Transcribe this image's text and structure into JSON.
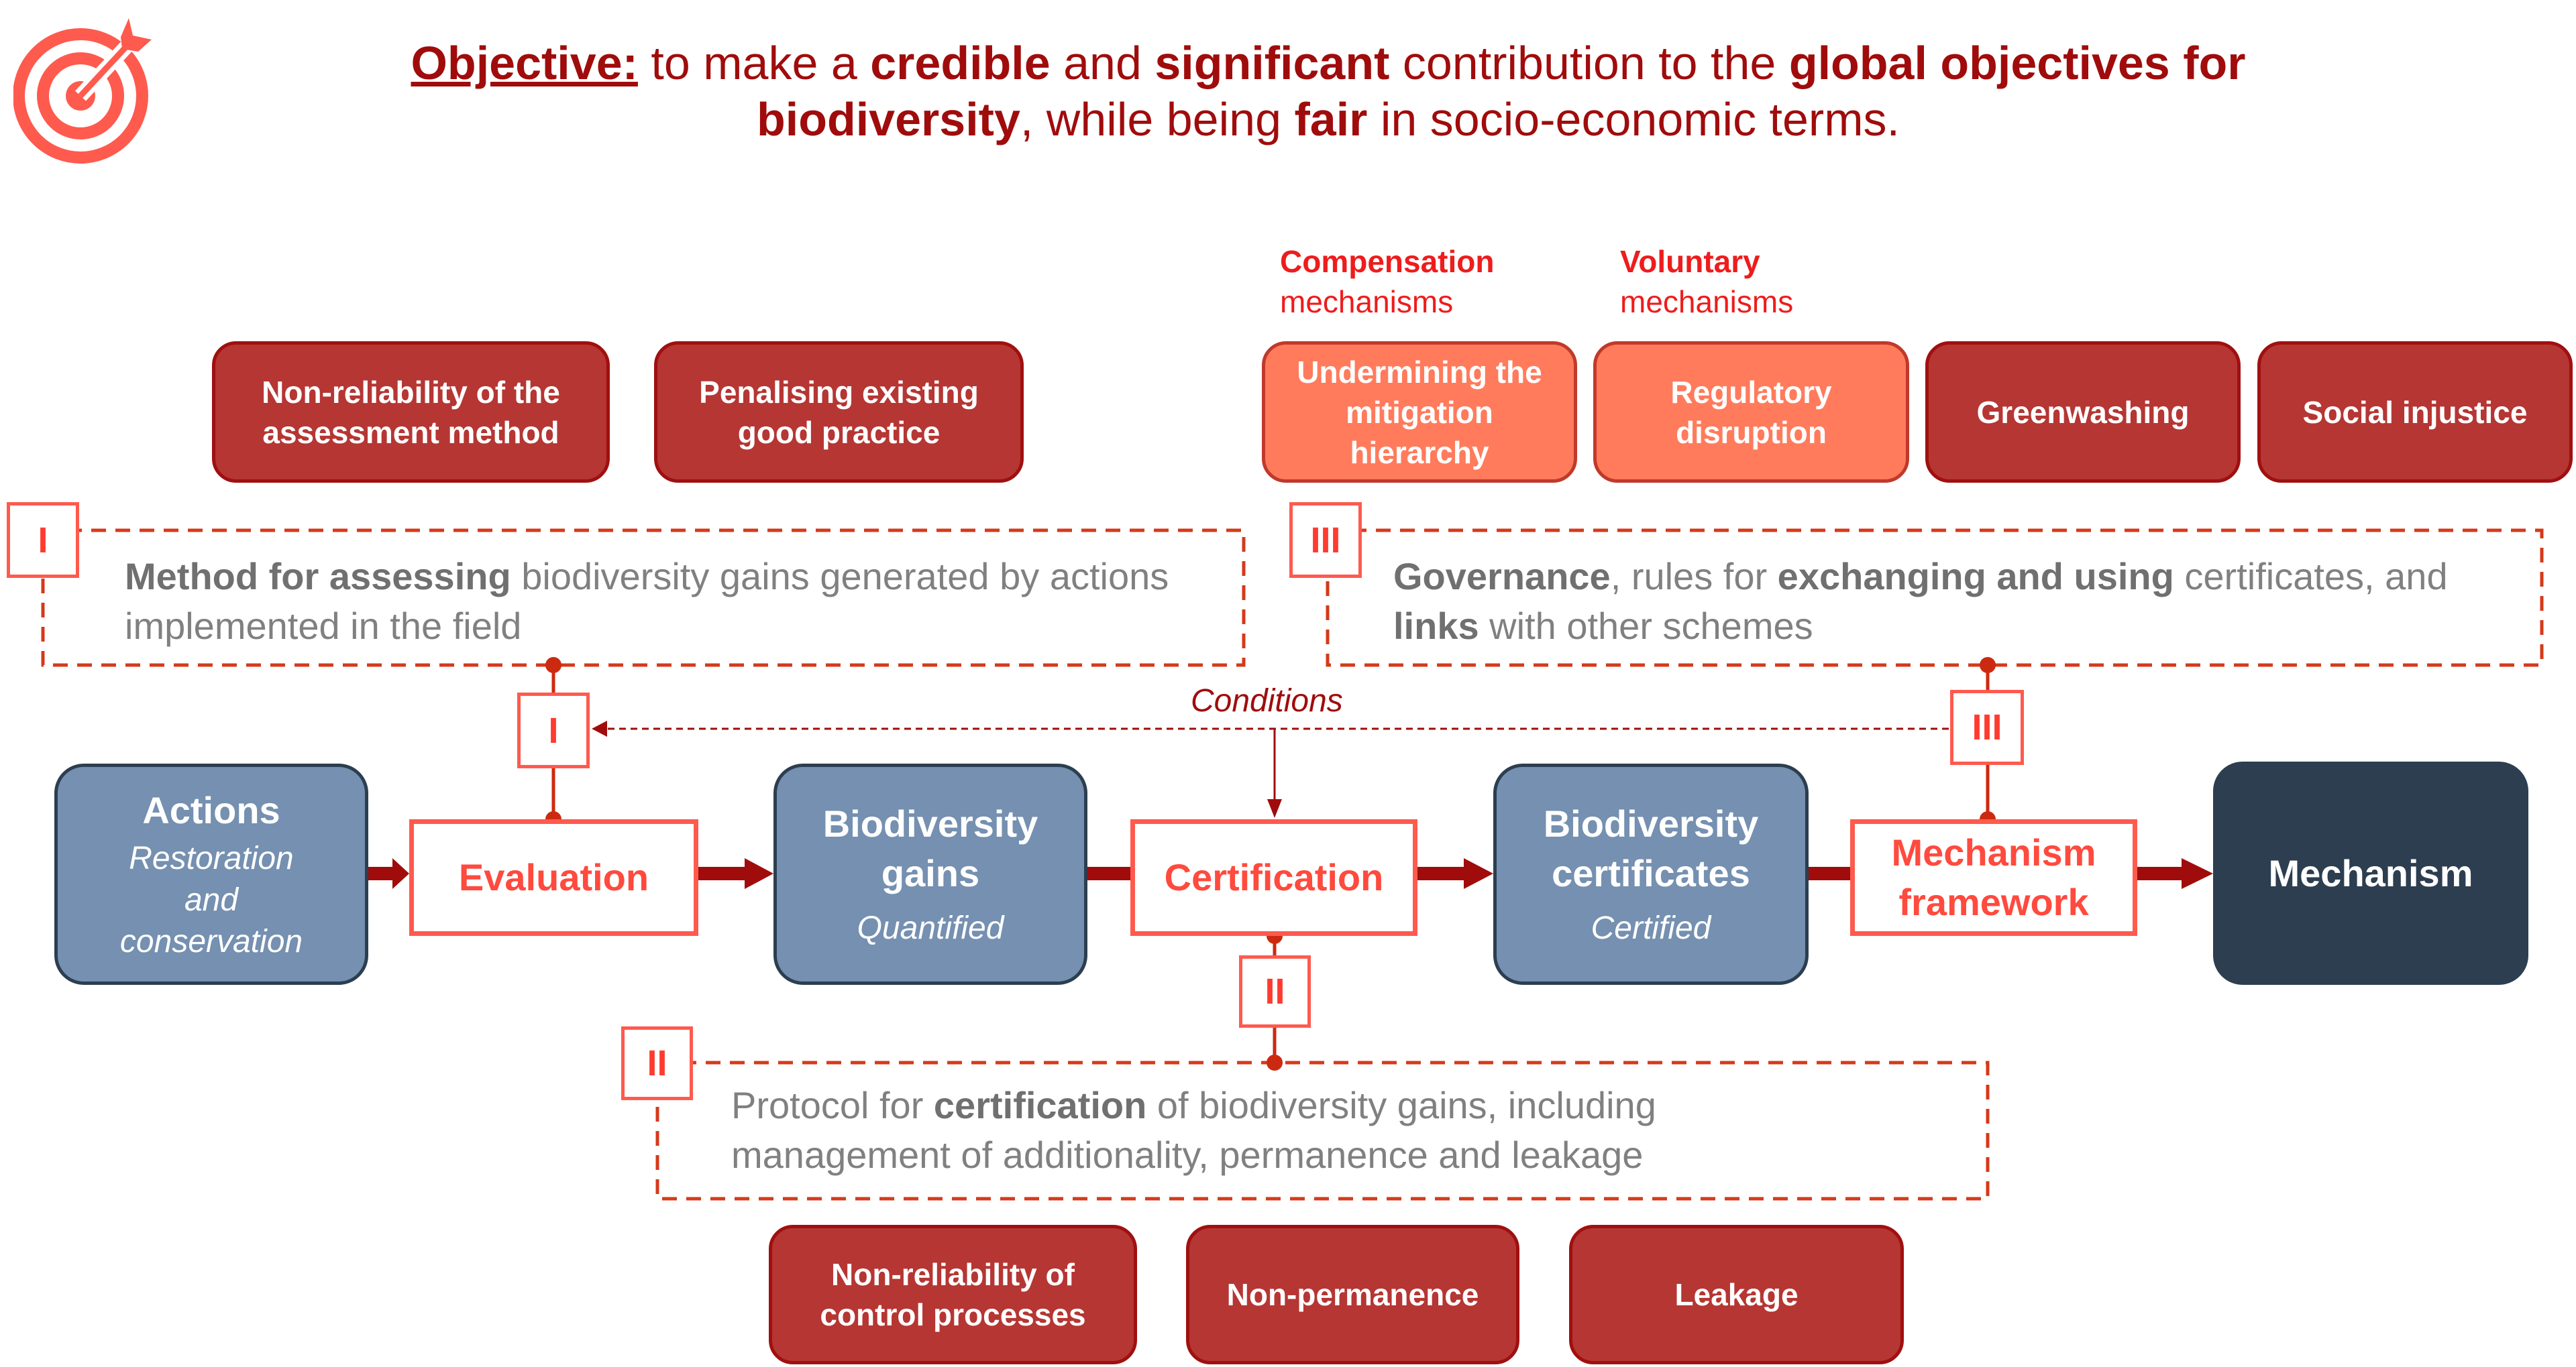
{
  "objective": {
    "line1": [
      [
        "Objective:",
        "bu"
      ],
      [
        " to make a ",
        ""
      ],
      [
        "credible",
        "b"
      ],
      [
        " and ",
        ""
      ],
      [
        "significant",
        "b"
      ],
      [
        " contribution to the ",
        ""
      ],
      [
        "global objectives for",
        "b"
      ]
    ],
    "line2": [
      [
        "biodiversity",
        "b"
      ],
      [
        ", while being ",
        ""
      ],
      [
        "fair",
        "b"
      ],
      [
        " in socio-economic terms.",
        ""
      ]
    ]
  },
  "mechanism_labels": {
    "compensation": {
      "title": "Compensation",
      "sub": "mechanisms"
    },
    "voluntary": {
      "title": "Voluntary",
      "sub": "mechanisms"
    }
  },
  "top_risks": [
    "Non-reliability of the assessment method",
    "Penalising existing good practice",
    "Undermining the mitigation hierarchy",
    "Regulatory disruption",
    "Greenwashing",
    "Social injustice"
  ],
  "pillars": {
    "I": {
      "num": "I",
      "text": [
        [
          "Method for assessing",
          "b"
        ],
        [
          " biodiversity gains generated by actions implemented in the field",
          ""
        ]
      ]
    },
    "II": {
      "num": "II",
      "text": [
        [
          "Protocol for ",
          ""
        ],
        [
          "certification",
          "b"
        ],
        [
          " of biodiversity gains, including management of additionality, permanence and leakage",
          ""
        ]
      ]
    },
    "III": {
      "num": "III",
      "text": [
        [
          "Governance",
          "b"
        ],
        [
          ", rules for ",
          ""
        ],
        [
          "exchanging and using",
          "b"
        ],
        [
          " certificates, and ",
          ""
        ],
        [
          "links",
          "b"
        ],
        [
          " with other schemes",
          ""
        ]
      ]
    }
  },
  "conditions_label": "Conditions",
  "flow": {
    "actions": {
      "title": "Actions",
      "sub": "Restoration and conservation"
    },
    "evaluation": "Evaluation",
    "gains": {
      "title": "Biodiversity gains",
      "sub": "Quantified"
    },
    "certification": "Certification",
    "certificates": {
      "title": "Biodiversity certificates",
      "sub": "Certified"
    },
    "framework": "Mechanism framework",
    "mechanism": "Mechanism"
  },
  "bottom_risks": [
    "Non-reliability of control processes",
    "Non-permanence",
    "Leakage"
  ],
  "colors": {
    "dark_red": "#a00c0c",
    "risk": "#b53633",
    "risk_orange": "#ff7b5c",
    "outline_red": "#ff5a4e",
    "node_blue": "#7590b0",
    "node_dark": "#2c3e50"
  }
}
